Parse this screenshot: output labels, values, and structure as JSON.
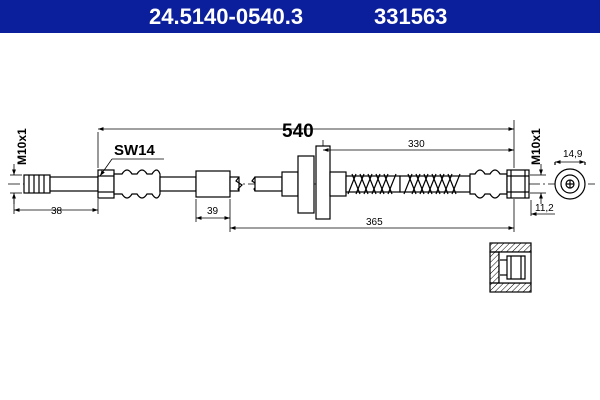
{
  "header": {
    "part_number": "24.5140-0540.3",
    "code": "331563",
    "background_color": "#0b1e9b"
  },
  "drawing": {
    "total_length": "540",
    "thread_left": "M10x1",
    "thread_right": "M10x1",
    "wrench_size": "SW14",
    "dim_left_thread": "38",
    "dim_sleeve": "39",
    "dim_spring_section": "330",
    "dim_right_section": "365",
    "dim_end_diameter": "14,9",
    "dim_end_offset": "11,2"
  }
}
